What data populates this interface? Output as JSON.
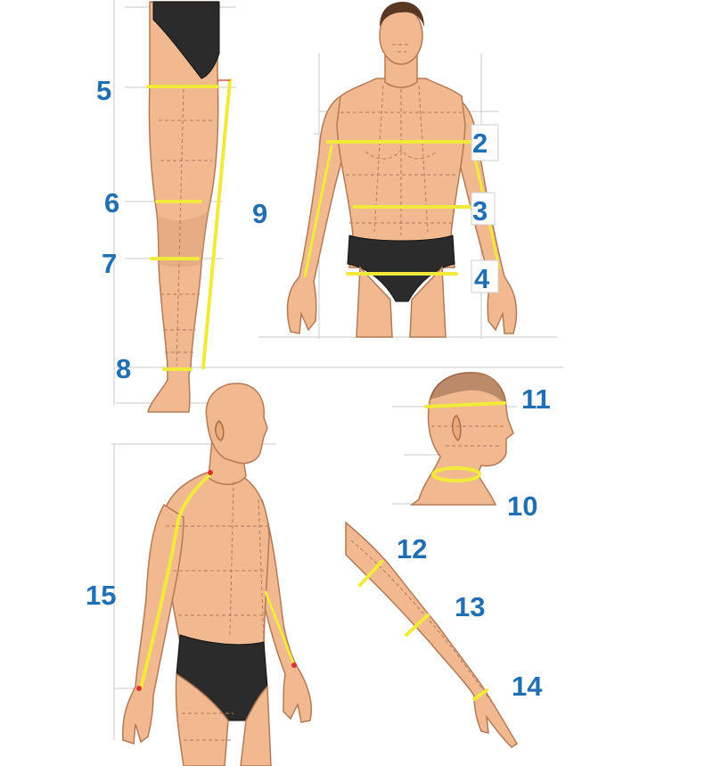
{
  "colors": {
    "label": "#1f6fb2",
    "measure_line": "#f2ea3a",
    "skin": "#f0b98f",
    "briefs": "#2b2b2b",
    "guide": "#c8c8c8"
  },
  "labels": {
    "n2": "2",
    "n3": "3",
    "n4": "4",
    "n5": "5",
    "n6": "6",
    "n7": "7",
    "n8": "8",
    "n9": "9",
    "n10": "10",
    "n11": "11",
    "n12": "12",
    "n13": "13",
    "n14": "14",
    "n15": "15"
  }
}
